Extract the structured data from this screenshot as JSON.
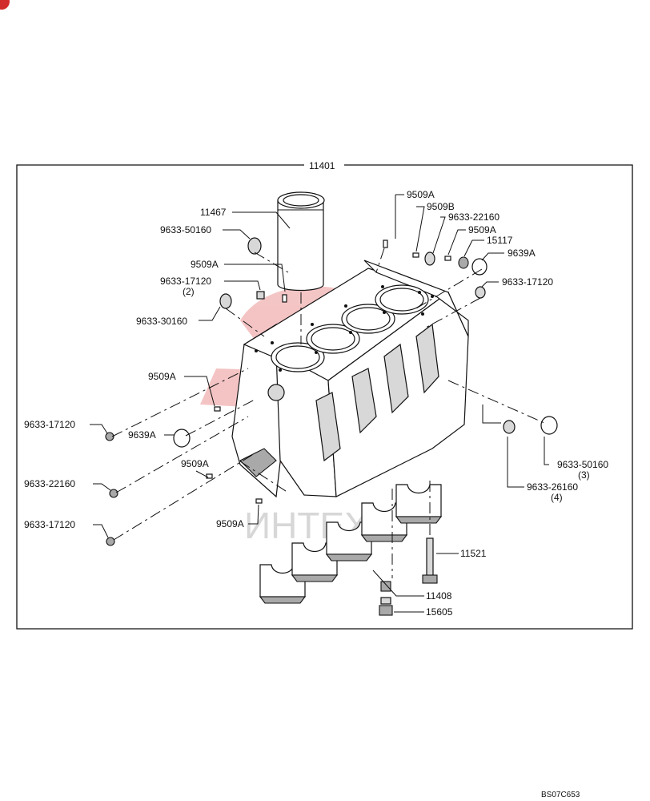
{
  "diagram": {
    "assembly_label": "11401",
    "figure_code": "BS07C653",
    "watermark_text": "ИНТЕХ",
    "colors": {
      "line": "#111111",
      "watermark": "#e05a5a",
      "badge": "#d22b2b"
    },
    "callouts": [
      {
        "id": "c11467",
        "text": "11467"
      },
      {
        "id": "c50160a",
        "text": "9633-50160"
      },
      {
        "id": "c9509a_1",
        "text": "9509A"
      },
      {
        "id": "c17120_2",
        "text": "9633-17120",
        "sub": "(2)"
      },
      {
        "id": "c30160",
        "text": "9633-30160"
      },
      {
        "id": "c9509a_top",
        "text": "9509A"
      },
      {
        "id": "c9509b",
        "text": "9509B"
      },
      {
        "id": "c22160_top",
        "text": "9633-22160"
      },
      {
        "id": "c9509a_top2",
        "text": "9509A"
      },
      {
        "id": "c15117",
        "text": "15117"
      },
      {
        "id": "c9639a_top",
        "text": "9639A"
      },
      {
        "id": "c17120_r",
        "text": "9633-17120"
      },
      {
        "id": "c9509a_l",
        "text": "9509A"
      },
      {
        "id": "c17120_l1",
        "text": "9633-17120"
      },
      {
        "id": "c9639a_l",
        "text": "9639A"
      },
      {
        "id": "c9509a_l2",
        "text": "9509A"
      },
      {
        "id": "c22160_l",
        "text": "9633-22160"
      },
      {
        "id": "c17120_l2",
        "text": "9633-17120"
      },
      {
        "id": "c9509a_b",
        "text": "9509A"
      },
      {
        "id": "c50160_r",
        "text": "9633-50160",
        "sub": "(3)"
      },
      {
        "id": "c26160",
        "text": "9633-26160",
        "sub": "(4)"
      },
      {
        "id": "c11521",
        "text": "11521"
      },
      {
        "id": "c11408",
        "text": "11408"
      },
      {
        "id": "c15605",
        "text": "15605"
      }
    ]
  }
}
